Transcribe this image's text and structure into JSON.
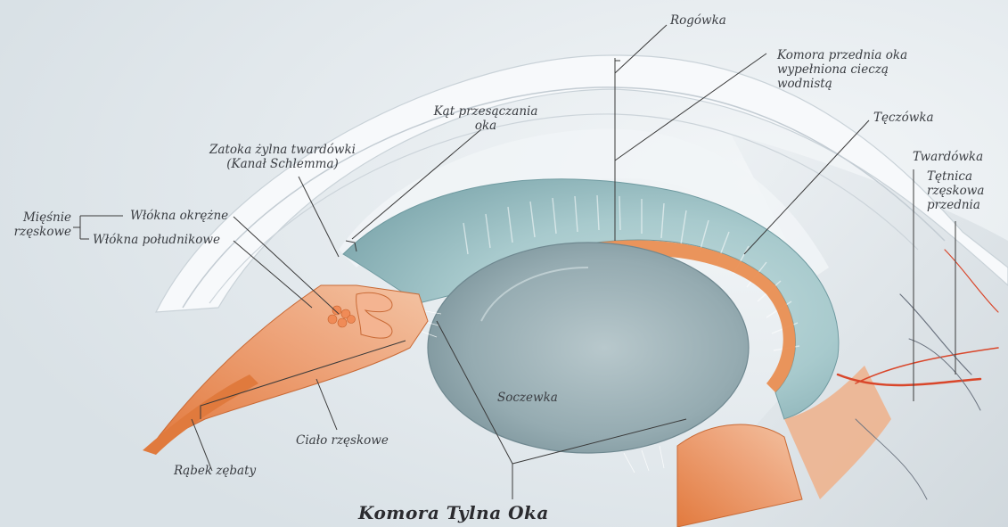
{
  "title": "Komora Tylna Oka",
  "labels": {
    "rogowka": "Rogówka",
    "komora_przednia": "Komora przednia oka\nwypełniona cieczą\nwodnistą",
    "kat_przesaczania": "Kąt przesączania\noka",
    "teczowka": "Tęczówka",
    "zatoka": "Zatoka żylna twardówki\n(Kanał Schlemma)",
    "twardowka": "Twardówka",
    "tetnica": "Tętnica\nrzęskowa\nprzednia",
    "miesnie_rzeskowe": "Mięśnie\nrzęskowe",
    "wlokna_okrezne": "Włókna okrężne",
    "wlokna_poludnikowe": "Włókna południkowe",
    "soczewka": "Soczewka",
    "cialo_rzeskowe": "Ciało rzęskowe",
    "rabek_zebaty": "Rąbek zębaty"
  },
  "colors": {
    "background": "#e9eef1",
    "cornea": "#f4f6f8",
    "iris": "#9fc4c8",
    "pupil_edge": "#e58a4c",
    "lens": "#9fb3b8",
    "muscle": "#e7966a",
    "leader_line": "#3a3a3a"
  }
}
